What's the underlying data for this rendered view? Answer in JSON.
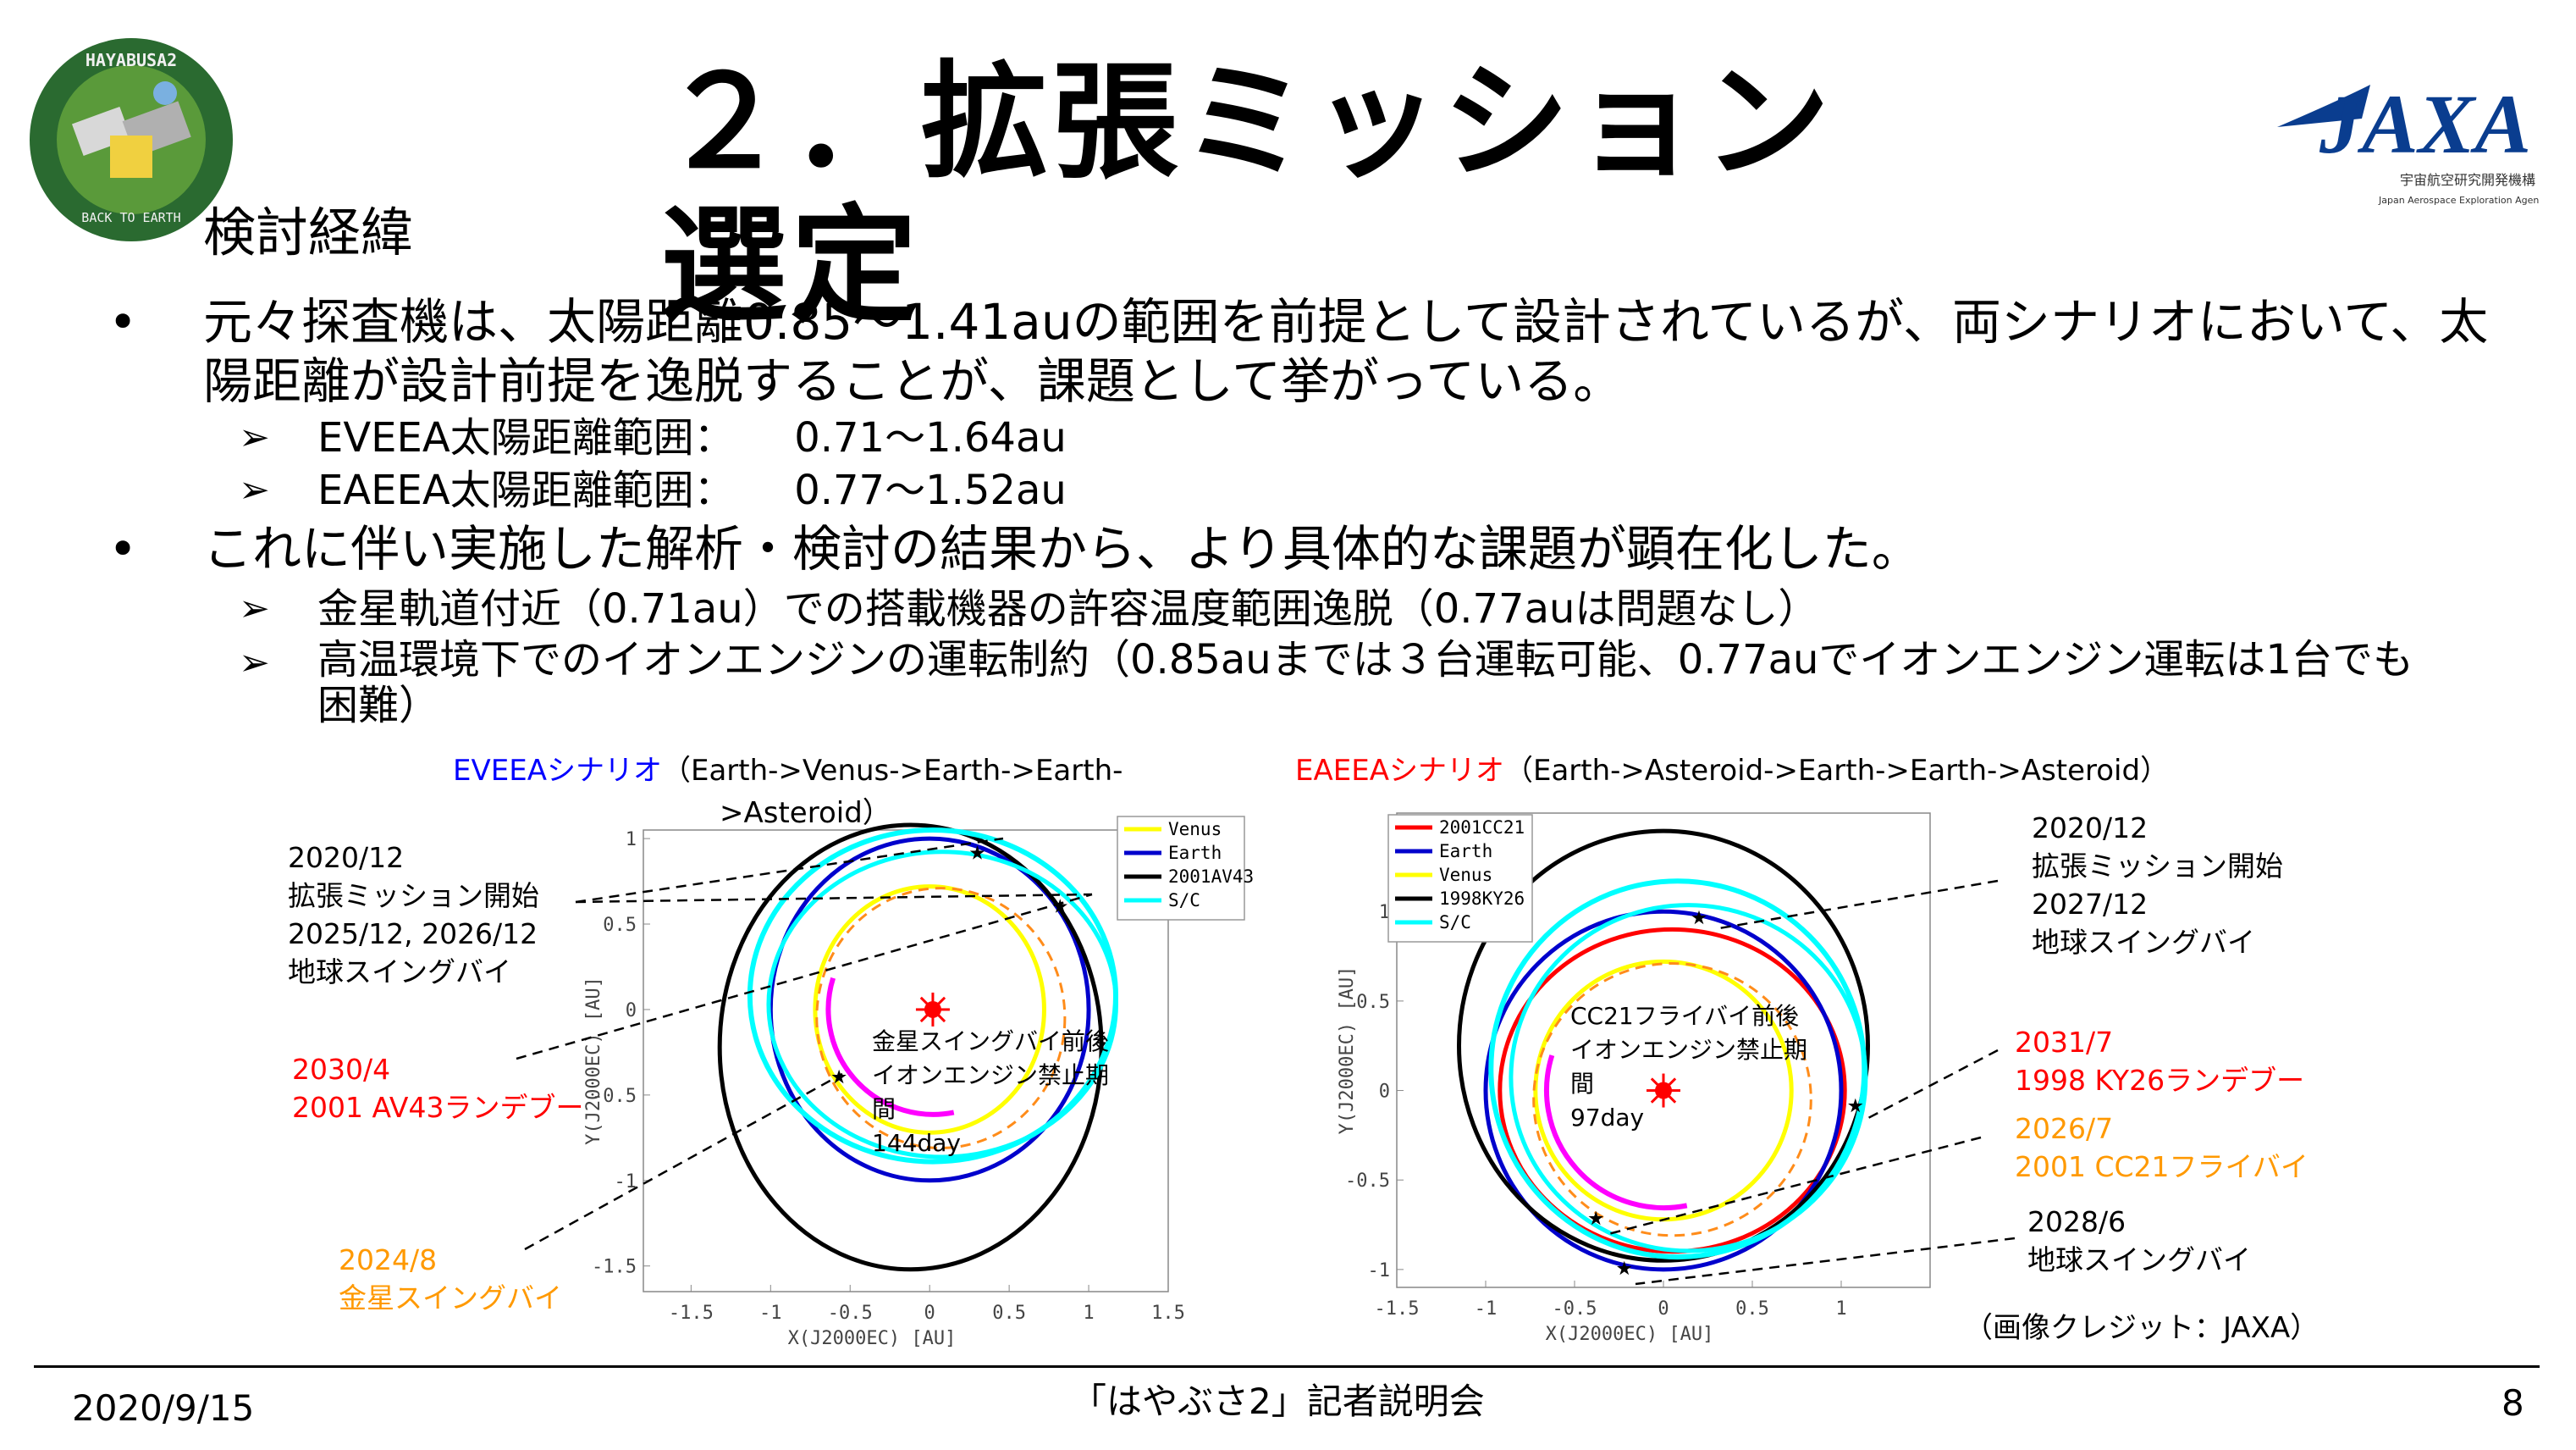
{
  "slide": {
    "title": "２．拡張ミッション選定",
    "subtitle": "検討経緯",
    "bullet1": "元々探査機は、太陽距離0.85～1.41auの範囲を前提として設計されているが、両シナリオにおいて、太",
    "bullet1_cont": "陽距離が設計前提を逸脱することが、課題として挙がっている。",
    "sub1a_label": "EVEEA太陽距離範囲：",
    "sub1a_value": "0.71～1.64au",
    "sub1b_label": "EAEEA太陽距離範囲：",
    "sub1b_value": "0.77～1.52au",
    "bullet2": "これに伴い実施した解析・検討の結果から、より具体的な課題が顕在化した。",
    "sub2a": "金星軌道付近（0.71au）での搭載機器の許容温度範囲逸脱（0.77auは問題なし）",
    "sub2b": "高温環境下でのイオンエンジンの運転制約（0.85auまでは３台運転可能、0.77auでイオンエンジン運転は1台でも",
    "sub2b_cont": "困難）",
    "bullet_char": "•",
    "arrow_char": "➢"
  },
  "left_scenario": {
    "name": "EVEEAシナリオ",
    "route": "（Earth->Venus->Earth->Earth-",
    "route_cont": ">Asteroid）",
    "ann1": [
      "2020/12",
      "拡張ミッション開始",
      "2025/12, 2026/12",
      "地球スイングバイ"
    ],
    "ann2": [
      "2030/4",
      "2001 AV43ランデブー"
    ],
    "ann3": [
      "2024/8",
      "金星スイングバイ"
    ],
    "inner_note": [
      "金星スイングバイ前後",
      "イオンエンジン禁止期",
      "間",
      "144day"
    ]
  },
  "right_scenario": {
    "name": "EAEEAシナリオ",
    "route": "（Earth->Asteroid->Earth->Earth->Asteroid）",
    "ann1": [
      "2020/12",
      "拡張ミッション開始",
      "2027/12",
      "地球スイングバイ"
    ],
    "ann2": [
      "2031/7",
      "1998 KY26ランデブー"
    ],
    "ann3": [
      "2026/7",
      "2001 CC21フライバイ"
    ],
    "ann4": [
      "2028/6",
      "地球スイングバイ"
    ],
    "inner_note": [
      "CC21フライバイ前後",
      "イオンエンジン禁止期",
      "間",
      "97day"
    ]
  },
  "chart_data": [
    {
      "type": "scatter",
      "title": "",
      "xlabel": "X(J2000EC) [AU]",
      "ylabel": "Y(J2000EC) [AU]",
      "xlim": [
        -1.8,
        1.5
      ],
      "ylim": [
        -1.65,
        1.05
      ],
      "xticks": [
        "-1.5",
        "-1",
        "-0.5",
        "0",
        "0.5",
        "1",
        "1.5"
      ],
      "yticks": [
        "1",
        "0.5",
        "0",
        "-0.5",
        "-1",
        "-1.5"
      ],
      "legend": [
        "Venus",
        "Earth",
        "2001AV43",
        "S/C"
      ],
      "legend_position": "top-right",
      "series": [
        {
          "name": "Venus",
          "color": "#ffff00",
          "orbit": {
            "cx": 0,
            "cy": 0,
            "a": 0.72,
            "b": 0.72
          }
        },
        {
          "name": "Earth",
          "color": "#0000cc",
          "orbit": {
            "cx": 0,
            "cy": 0,
            "a": 1.0,
            "b": 1.0
          }
        },
        {
          "name": "2001AV43",
          "color": "#000000",
          "orbit": {
            "cx": -0.12,
            "cy": -0.22,
            "a": 1.2,
            "b": 1.3
          }
        },
        {
          "name": "S/C",
          "color": "#00ffff",
          "orbit": {
            "cx": 0.02,
            "cy": 0.08,
            "a": 1.15,
            "b": 0.97
          }
        }
      ],
      "markers": [
        {
          "x": 0.3,
          "y": 0.93
        },
        {
          "x": 0.82,
          "y": 0.62
        },
        {
          "x": -0.57,
          "y": -0.38
        }
      ],
      "sun": {
        "x": 0.02,
        "y": 0.0
      }
    },
    {
      "type": "scatter",
      "title": "",
      "xlabel": "X(J2000EC) [AU]",
      "ylabel": "Y(J2000EC) [AU]",
      "xlim": [
        -1.5,
        1.5
      ],
      "ylim": [
        -1.1,
        1.55
      ],
      "xticks": [
        "-1.5",
        "-1",
        "-0.5",
        "0",
        "0.5",
        "1"
      ],
      "yticks": [
        "1",
        "0.5",
        "0",
        "-0.5",
        "-1"
      ],
      "legend": [
        "2001CC21",
        "Earth",
        "Venus",
        "1998KY26",
        "S/C"
      ],
      "legend_position": "top-left",
      "series": [
        {
          "name": "2001CC21",
          "color": "#ff0000",
          "orbit": {
            "cx": 0.05,
            "cy": 0.0,
            "a": 0.97,
            "b": 0.9
          }
        },
        {
          "name": "Earth",
          "color": "#0000cc",
          "orbit": {
            "cx": 0.0,
            "cy": 0.0,
            "a": 1.0,
            "b": 1.0
          }
        },
        {
          "name": "Venus",
          "color": "#ffff00",
          "orbit": {
            "cx": 0.0,
            "cy": 0.0,
            "a": 0.72,
            "b": 0.72
          }
        },
        {
          "name": "1998KY26",
          "color": "#000000",
          "orbit": {
            "cx": 0.0,
            "cy": 0.25,
            "a": 1.15,
            "b": 1.2
          }
        },
        {
          "name": "S/C",
          "color": "#00ffff",
          "orbit": {
            "cx": 0.08,
            "cy": 0.12,
            "a": 1.05,
            "b": 1.05
          }
        }
      ],
      "markers": [
        {
          "x": 0.2,
          "y": 0.98
        },
        {
          "x": 1.08,
          "y": -0.07
        },
        {
          "x": -0.38,
          "y": -0.7
        },
        {
          "x": -0.22,
          "y": -0.98
        }
      ],
      "sun": {
        "x": 0.0,
        "y": 0.0
      }
    }
  ],
  "credit": "（画像クレジット：JAXA）",
  "footer": {
    "date": "2020/9/15",
    "center": "「はやぶさ2」記者説明会",
    "page": "8"
  },
  "logos": {
    "left_ring": "HAYABUSA2",
    "left_bottom": "BACK TO EARTH",
    "right_name": "JAXA",
    "right_sub_jp": "宇宙航空研究開発機構",
    "right_sub_en": "Japan Aerospace Exploration Agency"
  },
  "colors": {
    "red": "#ff0000",
    "orange": "#ff9900",
    "blue": "#0000ff",
    "jaxa_blue": "#0a3d8f"
  }
}
